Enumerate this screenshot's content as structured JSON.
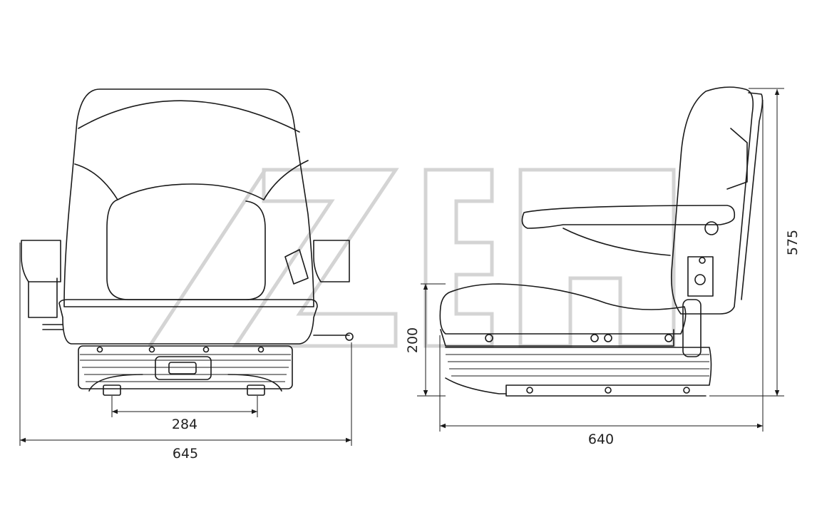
{
  "front_view": {
    "dim_mount_width": "284",
    "dim_overall_width": "645"
  },
  "side_view": {
    "dim_seat_height": "200",
    "dim_overall_height": "575",
    "dim_overall_depth": "640"
  },
  "colors": {
    "line": "#1a1a1a",
    "watermark": "#d4d4d4"
  }
}
